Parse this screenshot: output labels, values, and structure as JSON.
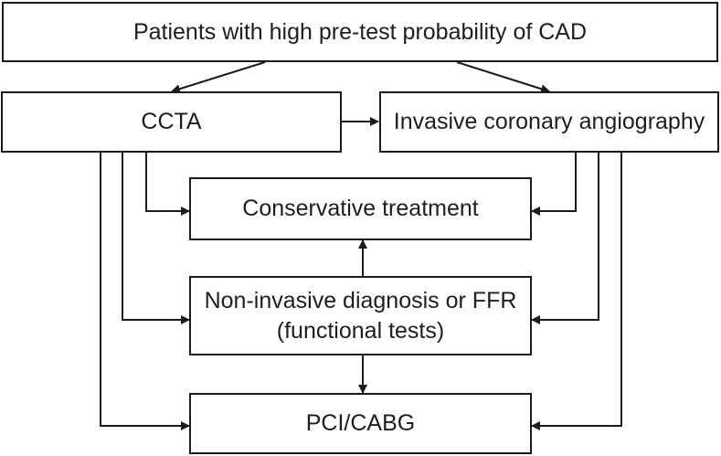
{
  "nodes": {
    "top": "Patients with high pre-test probability of CAD",
    "ccta": "CCTA",
    "ica": "Invasive coronary angiography",
    "conservative": "Conservative treatment",
    "noninvasive_line1": "Non-invasive diagnosis or FFR",
    "noninvasive_line2": "(functional tests)",
    "pci": "PCI/CABG"
  }
}
